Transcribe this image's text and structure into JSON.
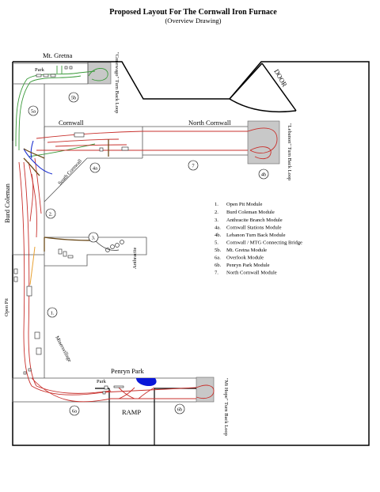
{
  "title": "Proposed Layout For The Cornwall Iron Furnace",
  "subtitle": "(Overview Drawing)",
  "labels": {
    "mt_gretna": "Mt. Gretna",
    "park_top": "Park",
    "conewago_loop": "\"Conewago\" Turn Back Loop",
    "cornwall": "Cornwall",
    "north_cornwall": "North Cornwall",
    "lebanon_loop": "\"Lebanon\" Turn Back Loop",
    "burd_coleman": "Burd Coleman",
    "south_cornwall": "South Cornwall",
    "anthracite": "Anthracite",
    "open_pit": "Open Pit",
    "miners_village": "Minersvillage",
    "penryn_park": "Penryn Park",
    "park_bottom": "Park",
    "ramp": "RAMP",
    "mt_hope_loop": "\"Mt Hope\" Turn Back Loop",
    "door": "DOOR"
  },
  "module_markers": {
    "m5b": "5b",
    "m5a": "5a",
    "m4a": "4a",
    "m7": "7",
    "m4b": "4b",
    "m2": "2.",
    "m3": "3.",
    "m1": "1.",
    "m6a": "6a",
    "m6b": "6b"
  },
  "legend": [
    {
      "num": "1.",
      "text": "Open Pit Module"
    },
    {
      "num": "2.",
      "text": "Burd Coleman Module"
    },
    {
      "num": "3.",
      "text": "Anthracite Branch Module"
    },
    {
      "num": "4a.",
      "text": "Cornwall Stations Module"
    },
    {
      "num": "4b.",
      "text": "Lebanon Turn Back Module"
    },
    {
      "num": "5.",
      "text": "Cornwall / MTG Connecting Bridge"
    },
    {
      "num": "5b.",
      "text": "Mt. Gretna Module"
    },
    {
      "num": "6a.",
      "text": "Overlook Module"
    },
    {
      "num": "6b.",
      "text": "Penryn Park Module"
    },
    {
      "num": "7.",
      "text": "North Cornwall Module"
    }
  ],
  "colors": {
    "track_red": "#c8302c",
    "track_green": "#3a9a3a",
    "track_blue": "#1a2fd0",
    "track_brown": "#6b4a1a",
    "track_orange": "#e8a030",
    "loop_fill": "#c8c8c8",
    "pond": "#0a17d8"
  }
}
